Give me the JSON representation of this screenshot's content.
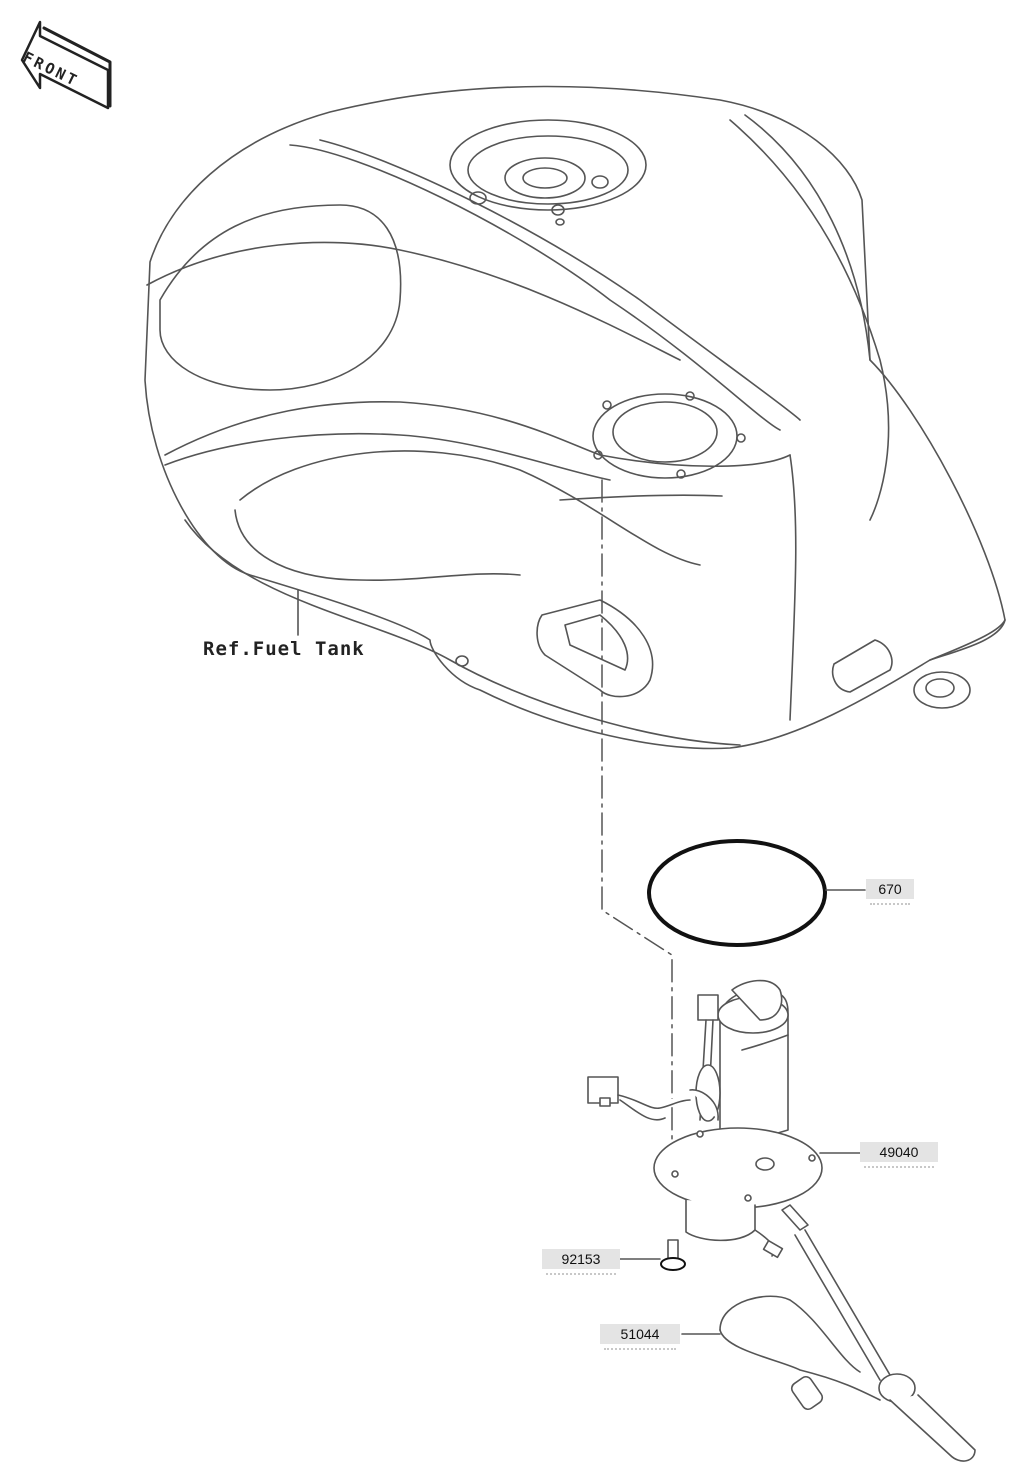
{
  "orientation": {
    "label": "FRONT"
  },
  "reference": {
    "label": "Ref.Fuel Tank"
  },
  "parts": [
    {
      "number": "670"
    },
    {
      "number": "49040"
    },
    {
      "number": "92153"
    },
    {
      "number": "51044"
    }
  ]
}
